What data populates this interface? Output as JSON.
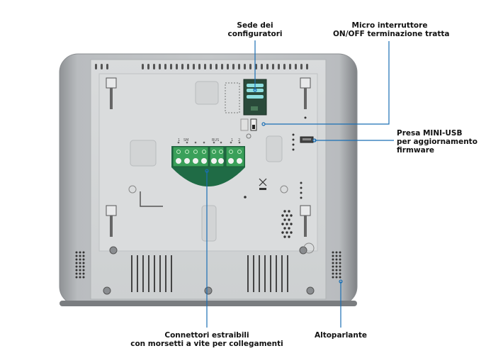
{
  "callouts": {
    "configurators": {
      "line1": "Sede dei",
      "line2": "configuratori"
    },
    "micro_switch": {
      "line1": "Micro interruttore",
      "line2": "ON/OFF terminazione tratta"
    },
    "usb": {
      "line1": "Presa MINI-USB",
      "line2": "per aggiornamento",
      "line3": "firmware"
    },
    "connectors": {
      "line1": "Connettori estraibili",
      "line2": "con morsetti a vite per collegamenti"
    },
    "speaker": {
      "line1": "Altoparlante"
    }
  },
  "terminal_labels": [
    "1",
    "SM",
    "BUS",
    "1",
    "2"
  ],
  "colors": {
    "callout_line": "#1a6fb5",
    "pcb_green": "#1f6b45",
    "terminal_green": "#3aa05a",
    "body_gray": "#c9cbcd",
    "panel_gray": "#d6d8d9"
  }
}
